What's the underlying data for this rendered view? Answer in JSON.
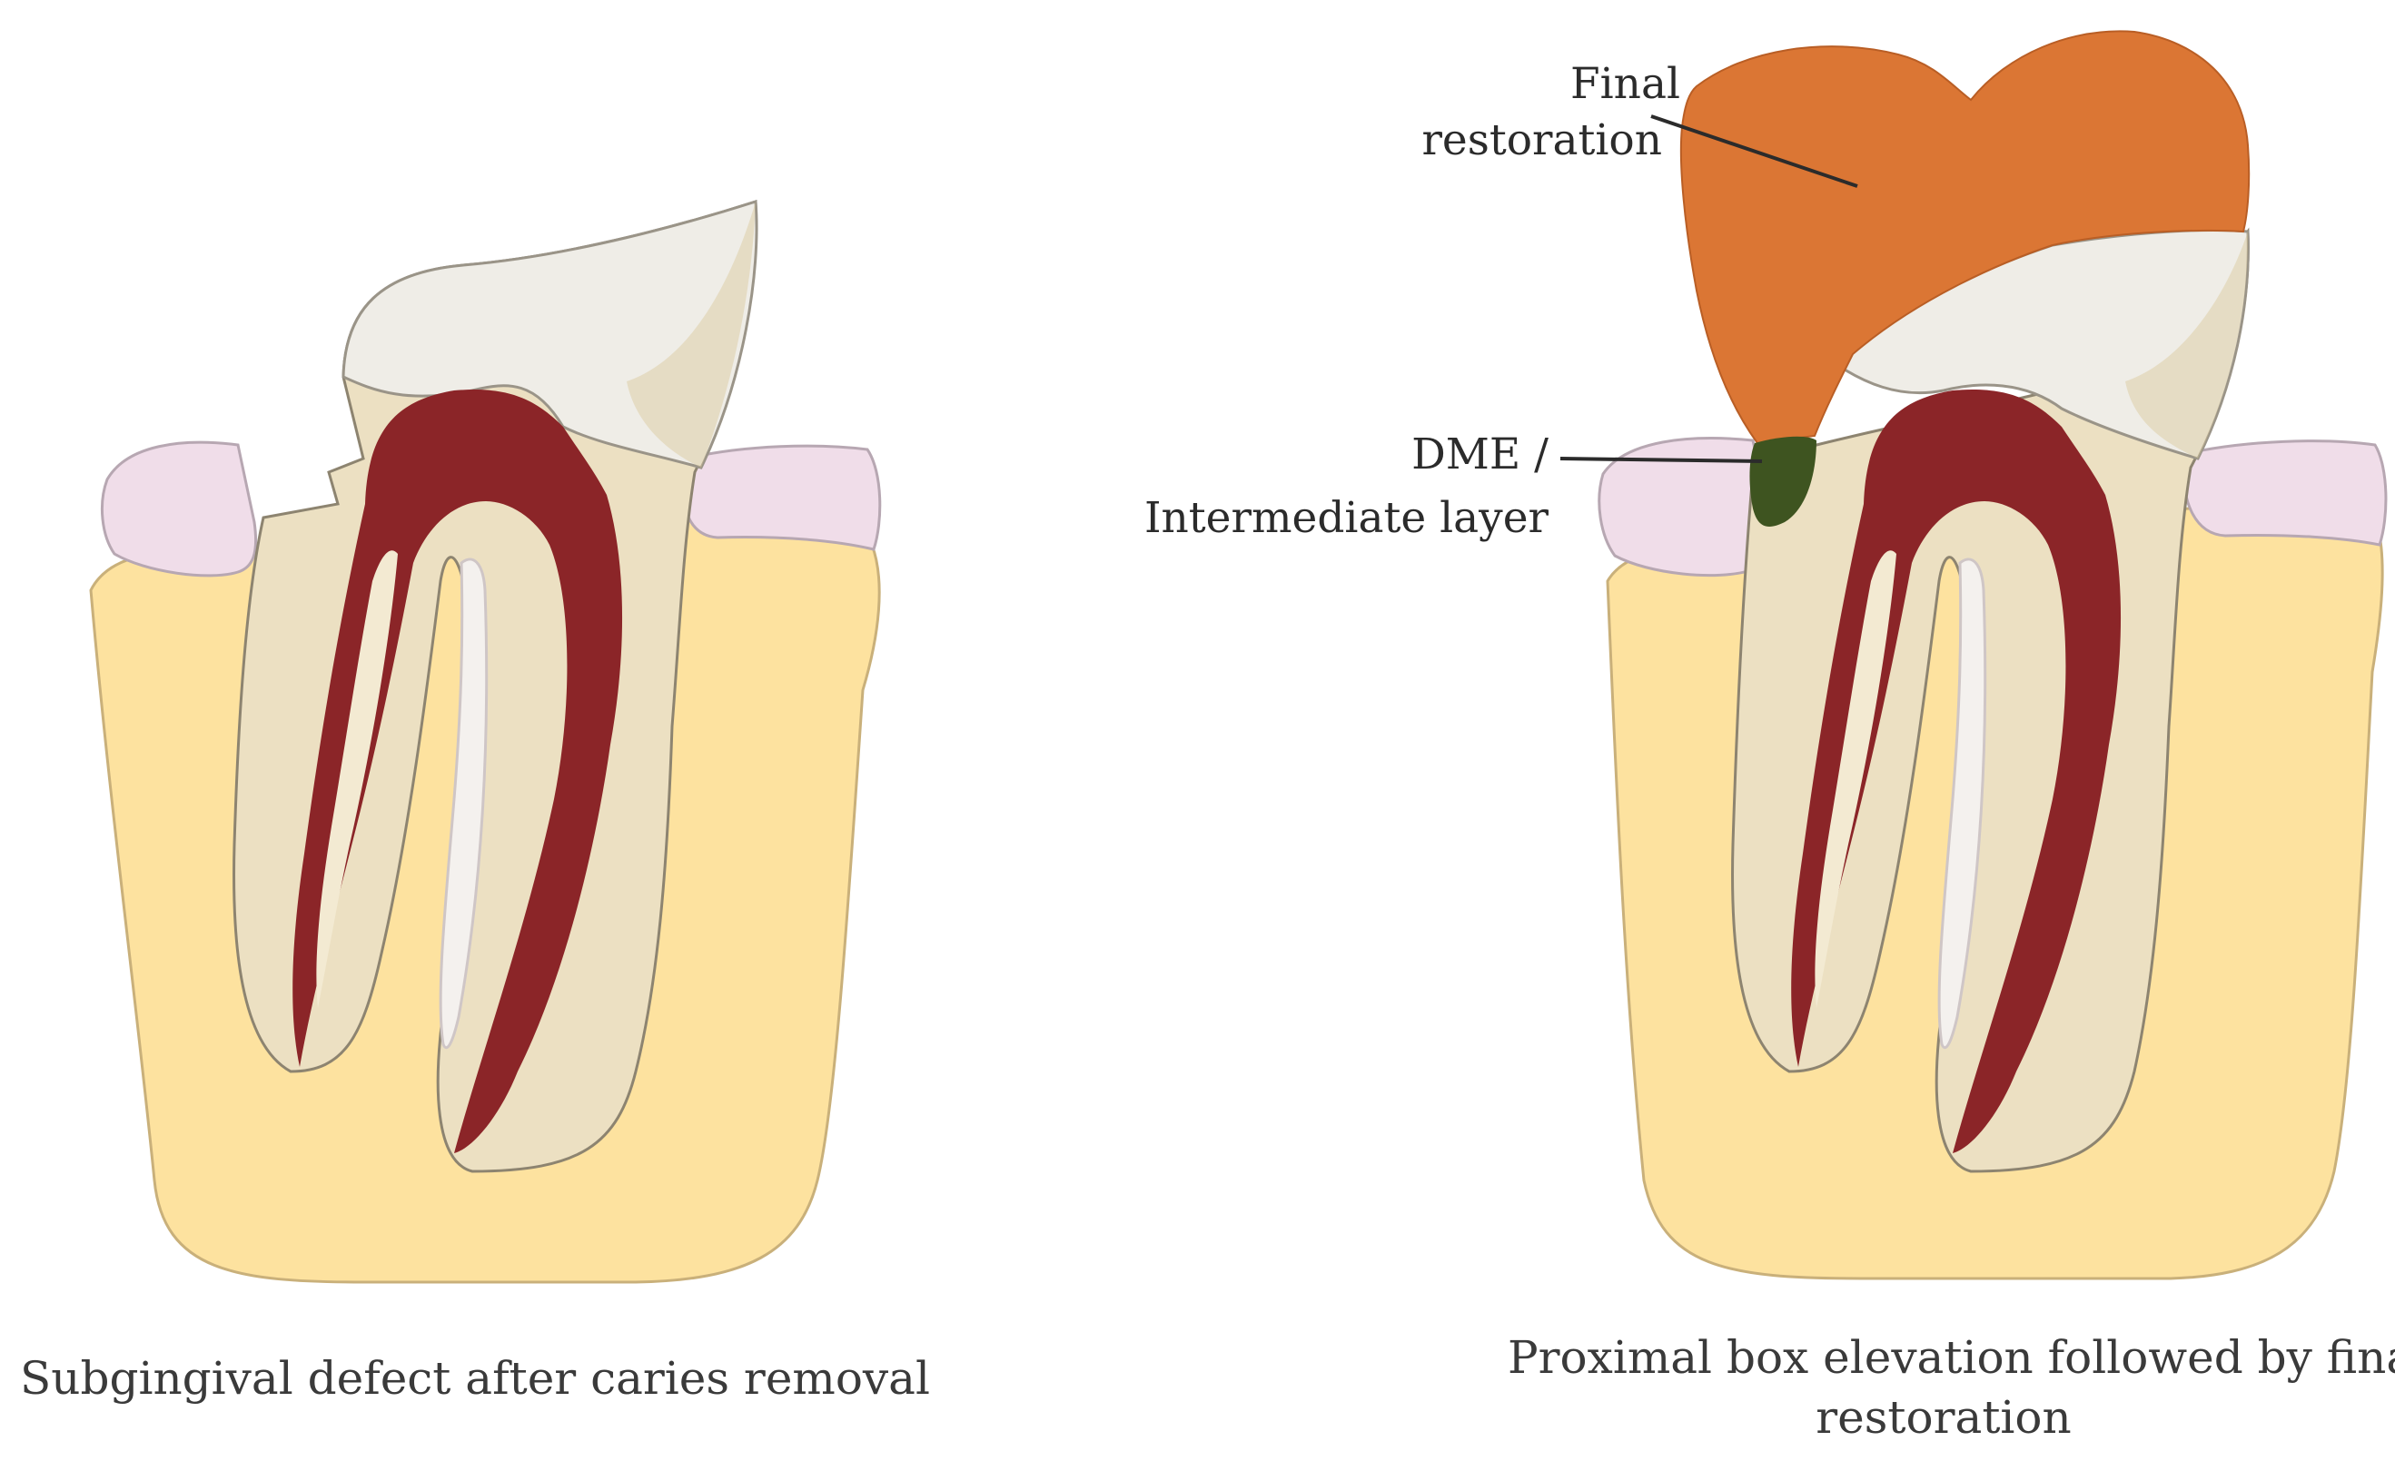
{
  "panels": {
    "left": {
      "caption": "Subgingival defect after caries removal"
    },
    "right": {
      "caption_line1": "Proximal box elevation followed by final",
      "caption_line2": "restoration",
      "labels": {
        "final_restoration_line1": "Final",
        "final_restoration_line2": "restoration",
        "dme_line1": "DME /",
        "dme_line2": "Intermediate layer"
      }
    }
  },
  "colors": {
    "bone": "#fde29f",
    "bone_stroke": "#c9b07a",
    "gingiva": "#f0dde9",
    "enamel": "#efede7",
    "dentin": "#ece0c2",
    "dentin_dark": "#d9c79a",
    "pulp": "#8b2528",
    "restoration": "#db7634",
    "dme": "#3e5420",
    "leader": "#2b2b2b"
  }
}
